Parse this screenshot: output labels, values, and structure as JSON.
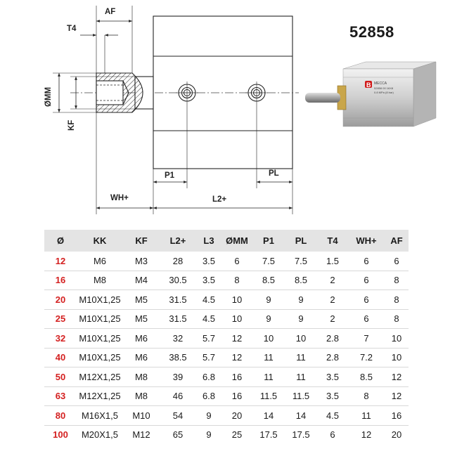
{
  "part_number": "52858",
  "drawing_labels": {
    "af": "AF",
    "t4": "T4",
    "mm": "ØMM",
    "kf": "KF",
    "p1": "P1",
    "pl": "PL",
    "wh": "WH+",
    "l2": "L2+"
  },
  "photo": {
    "badge_text": "B",
    "label_line1": "MECCA",
    "label_line2": "52858 00 16X8",
    "label_line3": "0.8 MPa (8 bar)"
  },
  "table": {
    "headers": [
      "Ø",
      "KK",
      "KF",
      "L2+",
      "L3",
      "ØMM",
      "P1",
      "PL",
      "T4",
      "WH+",
      "AF"
    ],
    "rows": [
      [
        "12",
        "M6",
        "M3",
        "28",
        "3.5",
        "6",
        "7.5",
        "7.5",
        "1.5",
        "6",
        "6"
      ],
      [
        "16",
        "M8",
        "M4",
        "30.5",
        "3.5",
        "8",
        "8.5",
        "8.5",
        "2",
        "6",
        "8"
      ],
      [
        "20",
        "M10X1,25",
        "M5",
        "31.5",
        "4.5",
        "10",
        "9",
        "9",
        "2",
        "6",
        "8"
      ],
      [
        "25",
        "M10X1,25",
        "M5",
        "31.5",
        "4.5",
        "10",
        "9",
        "9",
        "2",
        "6",
        "8"
      ],
      [
        "32",
        "M10X1,25",
        "M6",
        "32",
        "5.7",
        "12",
        "10",
        "10",
        "2.8",
        "7",
        "10"
      ],
      [
        "40",
        "M10X1,25",
        "M6",
        "38.5",
        "5.7",
        "12",
        "11",
        "11",
        "2.8",
        "7.2",
        "10"
      ],
      [
        "50",
        "M12X1,25",
        "M8",
        "39",
        "6.8",
        "16",
        "11",
        "11",
        "3.5",
        "8.5",
        "12"
      ],
      [
        "63",
        "M12X1,25",
        "M8",
        "46",
        "6.8",
        "16",
        "11.5",
        "11.5",
        "3.5",
        "8",
        "12"
      ],
      [
        "80",
        "M16X1,5",
        "M10",
        "54",
        "9",
        "20",
        "14",
        "14",
        "4.5",
        "11",
        "16"
      ],
      [
        "100",
        "M20X1,5",
        "M12",
        "65",
        "9",
        "25",
        "17.5",
        "17.5",
        "6",
        "12",
        "20"
      ]
    ]
  },
  "colors": {
    "bore_text": "#d42020",
    "header_bg": "#e4e4e4"
  }
}
